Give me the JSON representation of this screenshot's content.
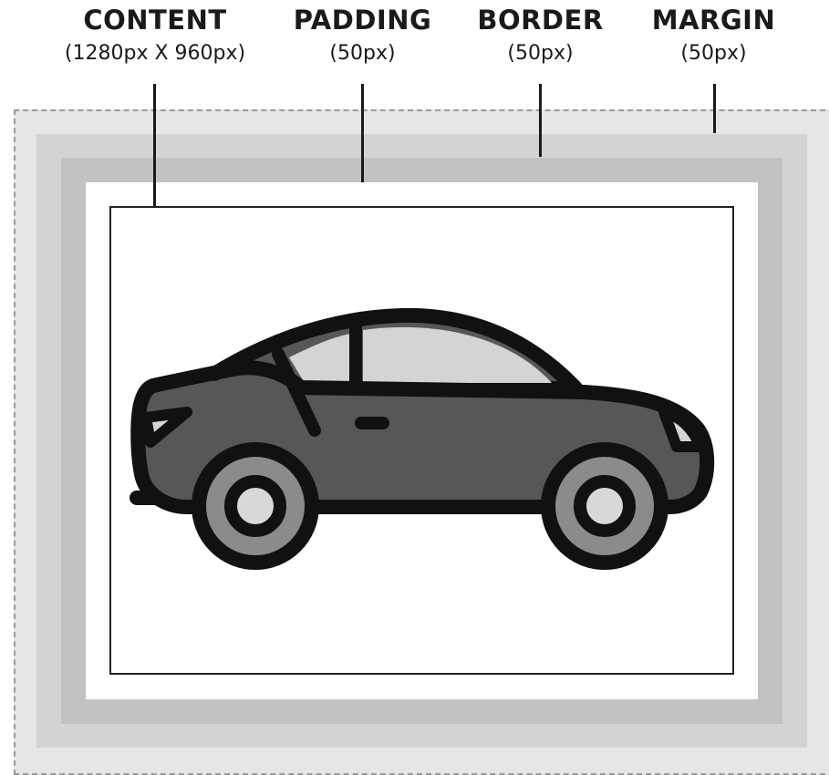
{
  "labels": {
    "content": {
      "title": "CONTENT",
      "value": "(1280px X 960px)"
    },
    "padding": {
      "title": "PADDING",
      "value": "(50px)"
    },
    "border": {
      "title": "BORDER",
      "value": "(50px)"
    },
    "margin": {
      "title": "MARGIN",
      "value": "(50px)"
    }
  },
  "colors": {
    "margin": "#e6e6e7",
    "border_outer": "#d3d3d5",
    "border_inner": "#c2c2c4",
    "padding": "#ffffff",
    "content_outline": "#222222",
    "car_body": "#575759",
    "car_glass": "#d4d4d6",
    "wheel_rim": "#8b8b8e",
    "hub": "#d8d8da"
  },
  "illustration": "car-icon"
}
